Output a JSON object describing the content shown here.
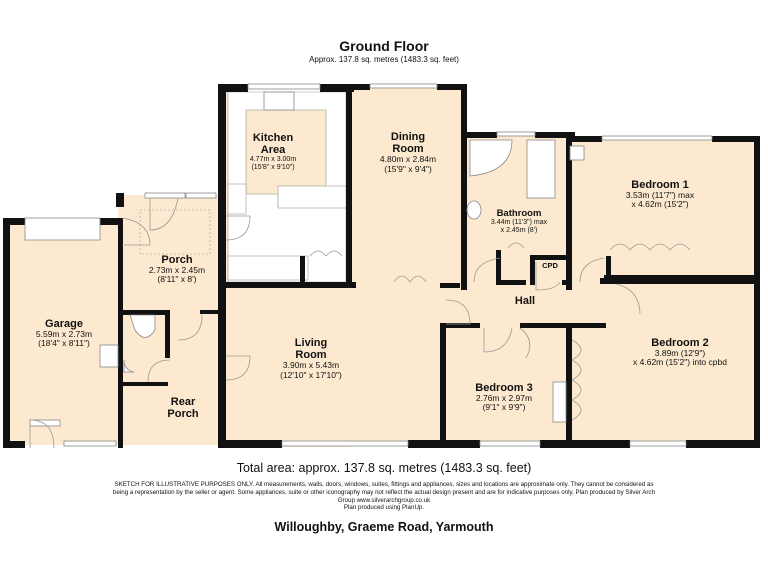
{
  "header": {
    "title": "Ground Floor",
    "subtitle": "Approx. 137.8 sq. metres (1483.3 sq. feet)"
  },
  "rooms": {
    "kitchen": {
      "name": "Kitchen Area",
      "dim_m": "4.77m x 3.00m",
      "dim_ft": "(15'8\" x 9'10\")"
    },
    "dining": {
      "name": "Dining Room",
      "dim_m": "4.80m x 2.84m",
      "dim_ft": "(15'9\" x 9'4\")"
    },
    "bathroom": {
      "name": "Bathroom",
      "dim_m": "3.44m (11'3\") max",
      "dim_ft": "x 2.45m (8')"
    },
    "bedroom1": {
      "name": "Bedroom 1",
      "dim_m": "3.53m (11'7\") max",
      "dim_ft": "x 4.62m (15'2\")"
    },
    "cpd": {
      "name": "CPD"
    },
    "hall": {
      "name": "Hall"
    },
    "porch": {
      "name": "Porch",
      "dim_m": "2.73m x 2.45m",
      "dim_ft": "(8'11\" x 8')"
    },
    "garage": {
      "name": "Garage",
      "dim_m": "5.59m x 2.73m",
      "dim_ft": "(18'4\" x 8'11\")"
    },
    "living": {
      "name": "Living Room",
      "dim_m": "3.90m x 5.43m",
      "dim_ft": "(12'10\" x 17'10\")"
    },
    "rear_porch": {
      "name": "Rear Porch"
    },
    "bedroom3": {
      "name": "Bedroom 3",
      "dim_m": "2.76m x 2.97m",
      "dim_ft": "(9'1\" x 9'9\")"
    },
    "bedroom2": {
      "name": "Bedroom 2",
      "dim_m": "3.89m (12'9\")",
      "dim_ft": "x 4.62m (15'2\") into cpbd"
    }
  },
  "footer": {
    "total_area": "Total area: approx. 137.8 sq. metres (1483.3 sq. feet)",
    "disclaimer_1": "SKETCH FOR ILLUSTRATIVE PURPOSES ONLY. All measurements, walls, doors, windows, suites, fittings and appliances, sizes and locations are approximate only. They cannot be considered as being a representation by the seller or agent. Some appliances, suite or other iconography may not reflect the actual design present and are for indicative purposes only. Plan produced by Silver Arch Group www.silverarchgroup.co.uk",
    "disclaimer_2": "Plan produced using PlanUp.",
    "address": "Willoughby, Graeme Road, Yarmouth"
  },
  "colors": {
    "floor": "#fde9cf",
    "wall": "#111111",
    "fixture": "#ffffff"
  }
}
